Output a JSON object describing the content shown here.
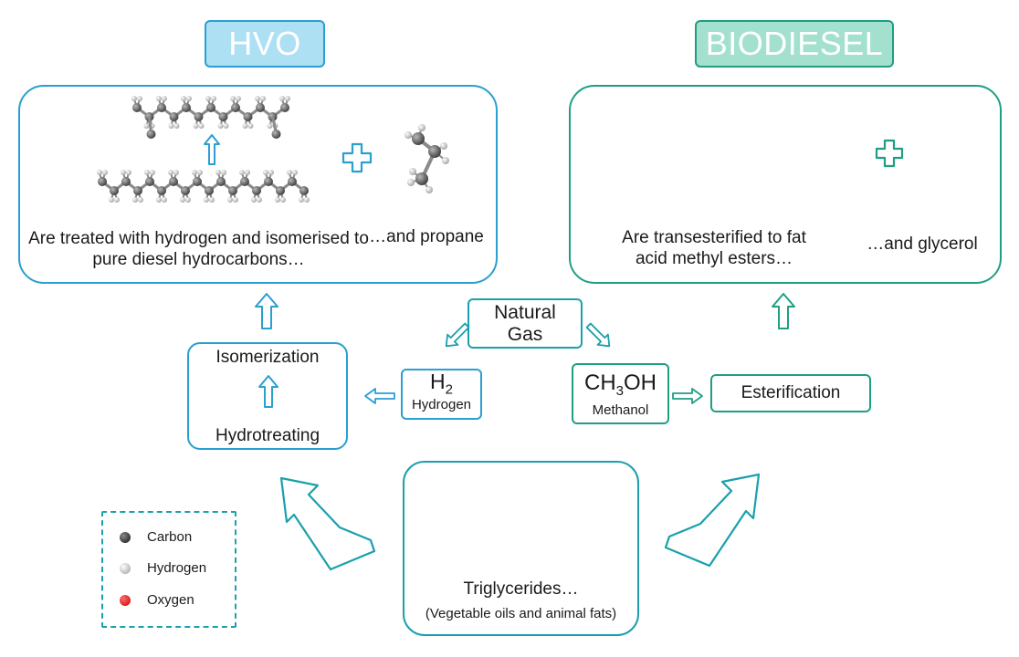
{
  "hvo": {
    "title": "HVO",
    "caption": "Are treated with hydrogen and isomerised to pure diesel hydrocarbons…",
    "side_caption": "…and propane"
  },
  "biodiesel": {
    "title": "BIODIESEL",
    "caption": "Are transesterified to fat acid methyl esters…",
    "side_caption": "…and glycerol"
  },
  "process": {
    "isomerization": "Isomerization",
    "hydrotreating": "Hydrotreating",
    "natural_gas": "Natural Gas",
    "hydrogen_formula": "H",
    "hydrogen_sub": "2",
    "hydrogen_name": "Hydrogen",
    "methanol_formula_a": "CH",
    "methanol_sub": "3",
    "methanol_formula_b": "OH",
    "methanol_name": "Methanol",
    "esterification": "Esterification"
  },
  "feedstock": {
    "title": "Triglycerides…",
    "subtitle": "(Vegetable oils and animal fats)"
  },
  "legend": [
    {
      "label": "Carbon",
      "color": "#2b2b2b"
    },
    {
      "label": "Hydrogen",
      "color": "#c9c9c9"
    },
    {
      "label": "Oxygen",
      "color": "#e01515"
    }
  ],
  "colors": {
    "hvo_accent": "#2a9fd0",
    "hvo_tag_fill": "#aee0f4",
    "biodiesel_accent": "#1f9e84",
    "biodiesel_tag_fill": "#a3e0cd",
    "process_accent": "#1aa0ad",
    "carbon": "#5a5a5a",
    "hydrogen": "#e8e8e8",
    "oxygen": "#e01515"
  }
}
